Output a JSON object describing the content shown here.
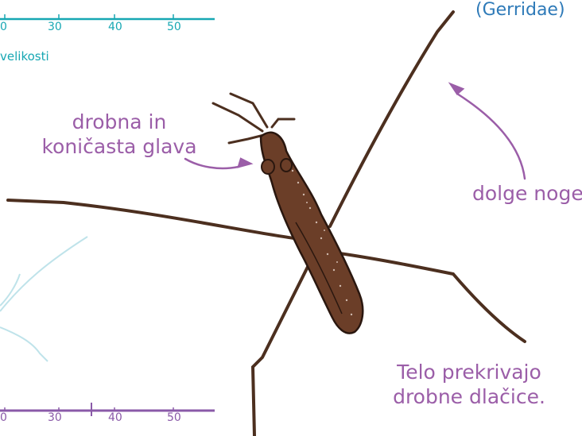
{
  "top_scale": {
    "ticks": [
      "0",
      "30",
      "40",
      "50"
    ],
    "caption": "velikosti",
    "color": "#17a7b3"
  },
  "bottom_scale": {
    "ticks": [
      "0",
      "30",
      "40",
      "50"
    ],
    "color": "#8a5aa8"
  },
  "labels": {
    "family": "(Gerridae)",
    "head": [
      "drobna in",
      "koničasta glava"
    ],
    "legs": "dolge noge",
    "body": [
      "Telo prekrivajo",
      "drobne dlačice."
    ]
  },
  "colors": {
    "label": "#9b5ea8",
    "arrow": "#9b5ea8",
    "insect_body": "#6b3e28",
    "insect_outline": "#2a170f",
    "leg": "#4c2f1f",
    "family_text": "#2e7ab8",
    "background_sketch": "#bfe3ea"
  }
}
